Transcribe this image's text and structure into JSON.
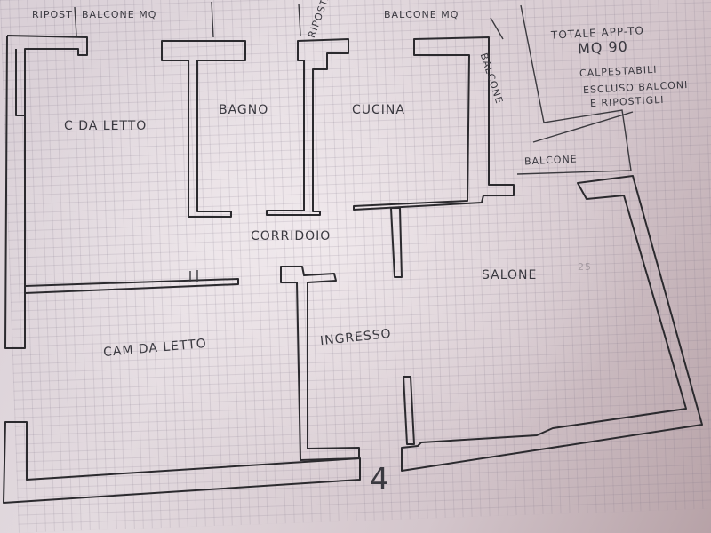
{
  "labels": {
    "ripost_top_left": "RIPOST",
    "balcone_mq_left": "BALCONE MQ",
    "ripost_top_mid": "RIPOST.",
    "balcone_mq_mid": "BALCONE MQ",
    "balcone_vertical": "BALCONE",
    "balcone_right": "BALCONE",
    "c_da_letto": "C DA LETTO",
    "bagno": "BAGNO",
    "cucina": "CUCINA",
    "corridoio": "CORRIDOIO",
    "salone": "SALONE",
    "cam_da_letto": "CAM DA LETTO",
    "ingresso": "INGRESSO",
    "faint_number": "25",
    "door_mark": "4"
  },
  "notes": {
    "line1": "TOTALE APP-TO",
    "line2": "MQ 90",
    "line3": "CALPESTABILI",
    "line4": "ESCLUSO BALCONI",
    "line5": "E RIPOSTIGLI"
  }
}
